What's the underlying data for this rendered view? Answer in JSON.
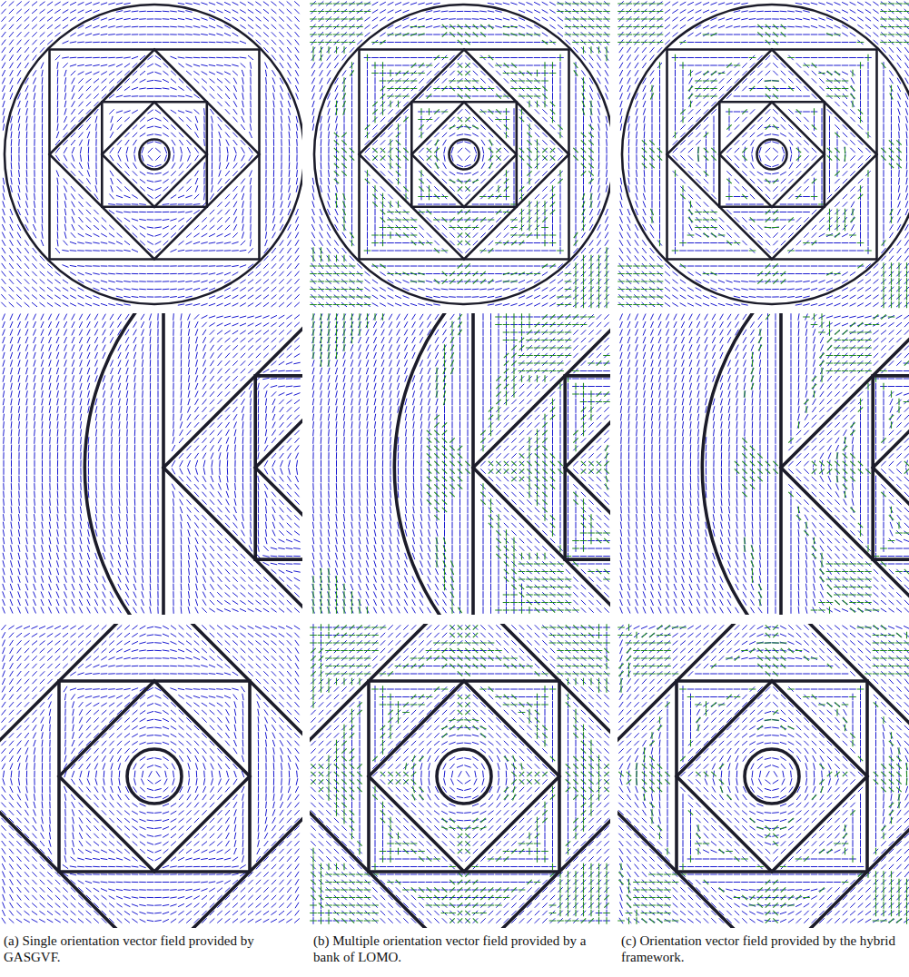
{
  "diagram": {
    "labels": [
      "(a) Single orientation vector field provided by GASGVF.",
      "(b) Multiple orientation vector field provided by a bank of LOMO.",
      "(c) Orientation vector field provided by the hybrid framework."
    ]
  }
}
